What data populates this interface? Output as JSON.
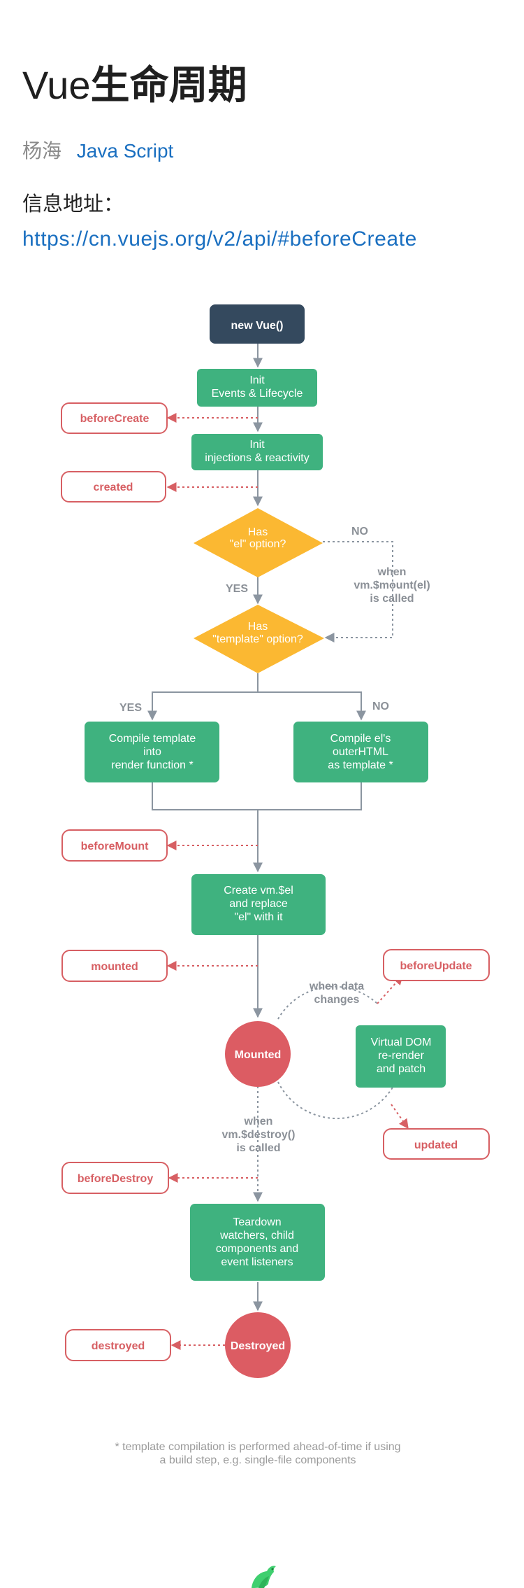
{
  "page": {
    "title_latin": "Vue",
    "title_cn": "生命周期",
    "author": "杨海",
    "category": "Java Script",
    "info_label": "信息地址：",
    "info_link": "https://cn.vuejs.org/v2/api/#beforeCreate"
  },
  "diagram": {
    "start": "new Vue()",
    "init_events": [
      "Init",
      "Events & Lifecycle"
    ],
    "init_injections": [
      "Init",
      "injections & reactivity"
    ],
    "has_el": [
      "Has",
      "\"el\" option?"
    ],
    "has_template": [
      "Has",
      "\"template\" option?"
    ],
    "compile_template": [
      "Compile template",
      "into",
      "render function *"
    ],
    "compile_el": [
      "Compile el's",
      "outerHTML",
      "as template *"
    ],
    "create_el": [
      "Create vm.$el",
      "and replace",
      "\"el\" with it"
    ],
    "mounted_state": "Mounted",
    "virtual_dom": [
      "Virtual DOM",
      "re-render",
      "and patch"
    ],
    "teardown": [
      "Teardown",
      "watchers, child",
      "components and",
      "event listeners"
    ],
    "destroyed_state": "Destroyed",
    "labels": {
      "no_1": "NO",
      "yes_1": "YES",
      "when_mount": [
        "when",
        "vm.$mount(el)",
        "is called"
      ],
      "yes_2": "YES",
      "no_2": "NO",
      "when_data_changes": [
        "when data",
        "changes"
      ],
      "when_destroy": [
        "when",
        "vm.$destroy()",
        "is called"
      ]
    },
    "hooks": {
      "before_create": "beforeCreate",
      "created": "created",
      "before_mount": "beforeMount",
      "mounted": "mounted",
      "before_update": "beforeUpdate",
      "updated": "updated",
      "before_destroy": "beforeDestroy",
      "destroyed": "destroyed"
    },
    "footnote": [
      "* template compilation is performed ahead-of-time if using",
      "a build step, e.g. single-file components"
    ],
    "colors": {
      "navy": "#34495e",
      "green": "#3fb27f",
      "yellow": "#fbb832",
      "red": "#dc5c63",
      "line": "#8b95a0",
      "hook_border": "#d75f63"
    }
  }
}
